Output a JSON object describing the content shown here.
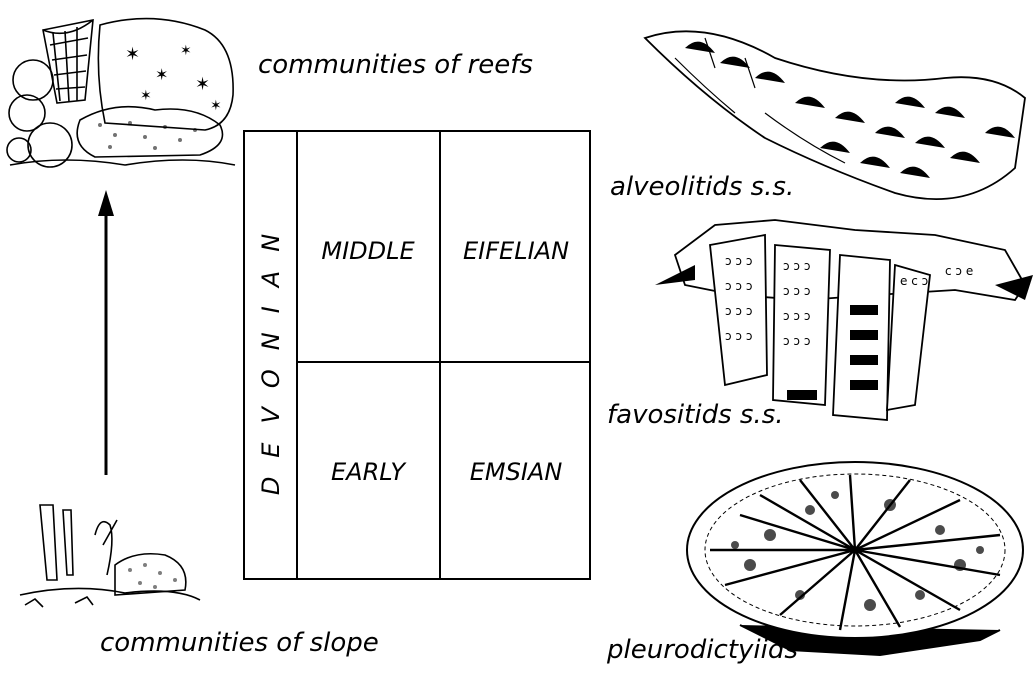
{
  "labels": {
    "reefs": "communities of reefs",
    "slope": "communities of slope",
    "alveolitids": "alveolitids s.s.",
    "favositids": "favositids s.s.",
    "pleurodictyiids": "pleurodictyiids"
  },
  "table": {
    "system": "DEVONIAN",
    "rows": [
      {
        "series": "MIDDLE",
        "stage": "EIFELIAN"
      },
      {
        "series": "EARLY",
        "stage": "EMSIAN"
      }
    ]
  }
}
